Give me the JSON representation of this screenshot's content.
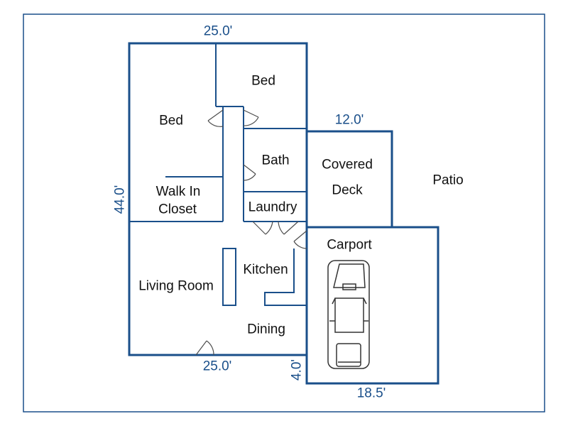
{
  "colors": {
    "wall": "#1a4f8a",
    "outline": "#1a4f8a",
    "text": "#111111",
    "dimension": "#1a4f8a",
    "door": "#4d4d4d",
    "car": "#333333"
  },
  "rooms": {
    "bed_left": "Bed",
    "bed_right": "Bed",
    "bath": "Bath",
    "walk_in_closet_line1": "Walk In",
    "walk_in_closet_line2": "Closet",
    "laundry": "Laundry",
    "covered_deck_line1": "Covered",
    "covered_deck_line2": "Deck",
    "patio": "Patio",
    "carport": "Carport",
    "kitchen": "Kitchen",
    "living_room": "Living Room",
    "dining": "Dining"
  },
  "dimensions": {
    "top_width": "25.0'",
    "bottom_width": "25.0'",
    "deck_width": "12.0'",
    "left_depth": "44.0'",
    "carport_offset": "4.0'",
    "carport_width": "18.5'"
  },
  "icons": {
    "door_swing": "door-swing-icon",
    "car": "car-icon"
  }
}
